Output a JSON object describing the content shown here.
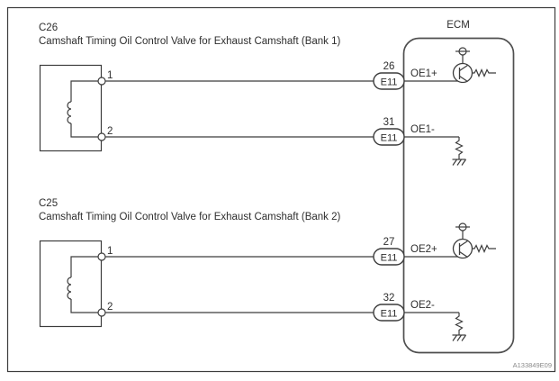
{
  "figure": {
    "title": "ECM",
    "figure_id": "A133849E09"
  },
  "banks": [
    {
      "connector_code": "C26",
      "connector_name": "Camshaft Timing Oil Control Valve for Exhaust Camshaft (Bank 1)",
      "terminal_1": "1",
      "terminal_2": "2",
      "pin_plus": {
        "number": "26",
        "connector": "E11",
        "signal": "OE1+"
      },
      "pin_minus": {
        "number": "31",
        "connector": "E11",
        "signal": "OE1-"
      }
    },
    {
      "connector_code": "C25",
      "connector_name": "Camshaft Timing Oil Control Valve for Exhaust Camshaft (Bank 2)",
      "terminal_1": "1",
      "terminal_2": "2",
      "pin_plus": {
        "number": "27",
        "connector": "E11",
        "signal": "OE2+"
      },
      "pin_minus": {
        "number": "32",
        "connector": "E11",
        "signal": "OE2-"
      }
    }
  ],
  "colors": {
    "line": "#3c3c3c",
    "ecm_outline": "#4f4f4f",
    "figure_id_text": "#8a8a8a",
    "background": "#ffffff"
  }
}
